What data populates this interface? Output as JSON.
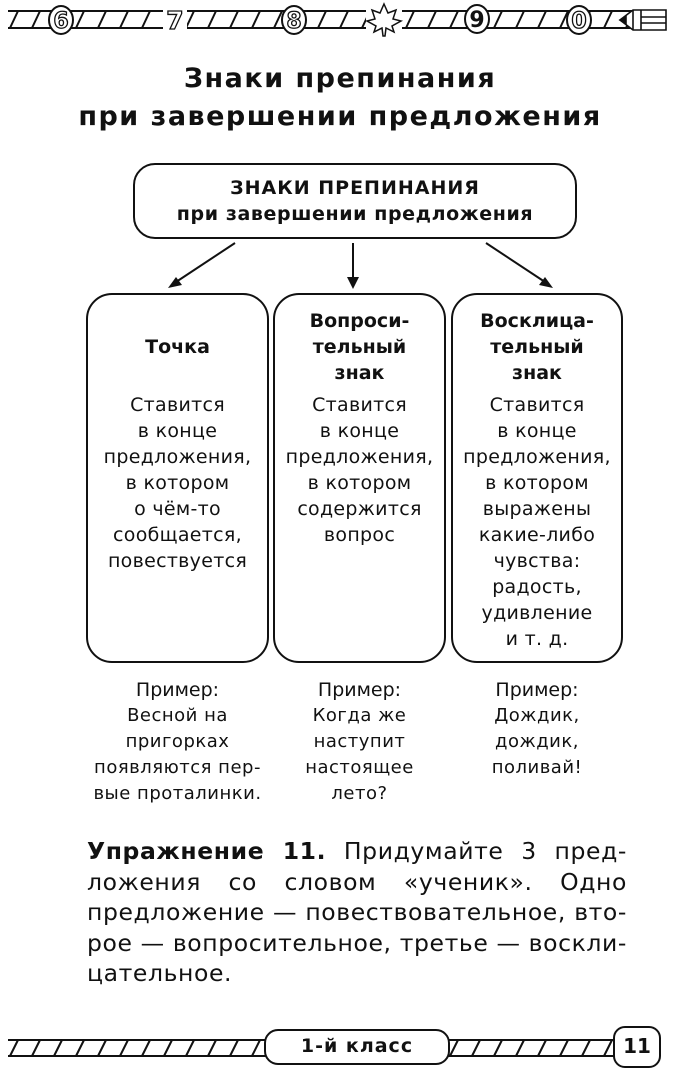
{
  "header": {
    "digits": [
      "6",
      "7",
      "8",
      "9",
      "0"
    ],
    "decor_icons": [
      "maple-leaf-icon",
      "pencil-icon"
    ]
  },
  "page_title": {
    "line1": "Знаки препинания",
    "line2": "при завершении предложения"
  },
  "diagram": {
    "root": {
      "line1": "ЗНАКИ ПРЕПИНАНИЯ",
      "line2": "при завершении предложения"
    },
    "cards": [
      {
        "title": [
          "Точка"
        ],
        "text": [
          "Ставится",
          "в конце",
          "предложения,",
          "в котором",
          "о чём-то",
          "сообщается,",
          "повествуется"
        ]
      },
      {
        "title": [
          "Вопроси-",
          "тельный",
          "знак"
        ],
        "text": [
          "Ставится",
          "в конце",
          "предложения,",
          "в котором",
          "содержится",
          "вопрос"
        ]
      },
      {
        "title": [
          "Восклица-",
          "тельный",
          "знак"
        ],
        "text": [
          "Ставится",
          "в конце",
          "предложения,",
          "в котором",
          "выражены",
          "какие-либо",
          "чувства:",
          "радость,",
          "удивление",
          "и т. д."
        ]
      }
    ]
  },
  "examples": [
    {
      "heading": "Пример:",
      "lines": [
        "Весной на",
        "пригорках",
        "появляются пер-",
        "вые проталинки."
      ]
    },
    {
      "heading": "Пример:",
      "lines": [
        "Когда же",
        "наступит",
        "настоящее",
        "лето?"
      ]
    },
    {
      "heading": "Пример:",
      "lines": [
        "Дождик,",
        "дождик,",
        "поливай!"
      ]
    }
  ],
  "exercise": {
    "label": "Упражнение 11.",
    "first_line_rest": "Придумайте 3 пред-",
    "lines": [
      "ложения со словом «ученик». Одно",
      "предложение — повествовательное, вто-",
      "рое — вопросительное, третье — воскли-",
      "цательное."
    ]
  },
  "footer": {
    "grade": "1-й класс",
    "page_number": "11"
  }
}
